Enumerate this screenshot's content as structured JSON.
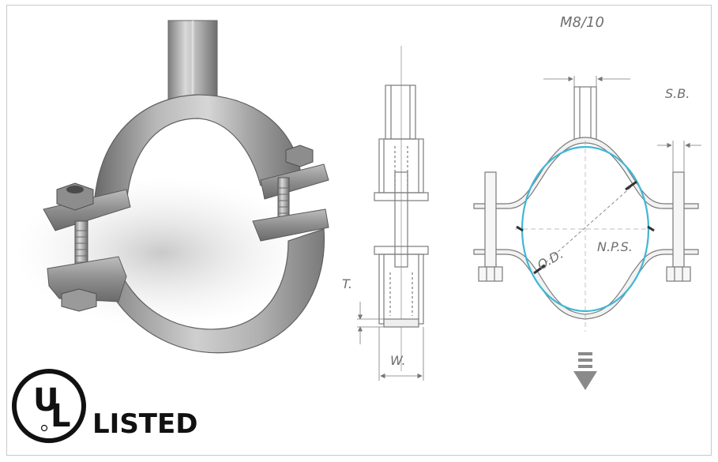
{
  "labels": {
    "rod_size": "M8/10",
    "screw_bolt": "S.B.",
    "outside_diameter": "O.D.",
    "nominal_pipe_size": "N.P.S.",
    "thickness": "T.",
    "width": "W."
  },
  "certification": {
    "mark_u": "U",
    "mark_l": "L",
    "listed": "LISTED"
  },
  "colors": {
    "line": "#7a7a7a",
    "metal_light": "#d8d8d8",
    "metal_mid": "#a9a9a9",
    "metal_dark": "#6e6e6e",
    "pipe_circle": "#3fb7d6",
    "arrow": "#888888"
  }
}
